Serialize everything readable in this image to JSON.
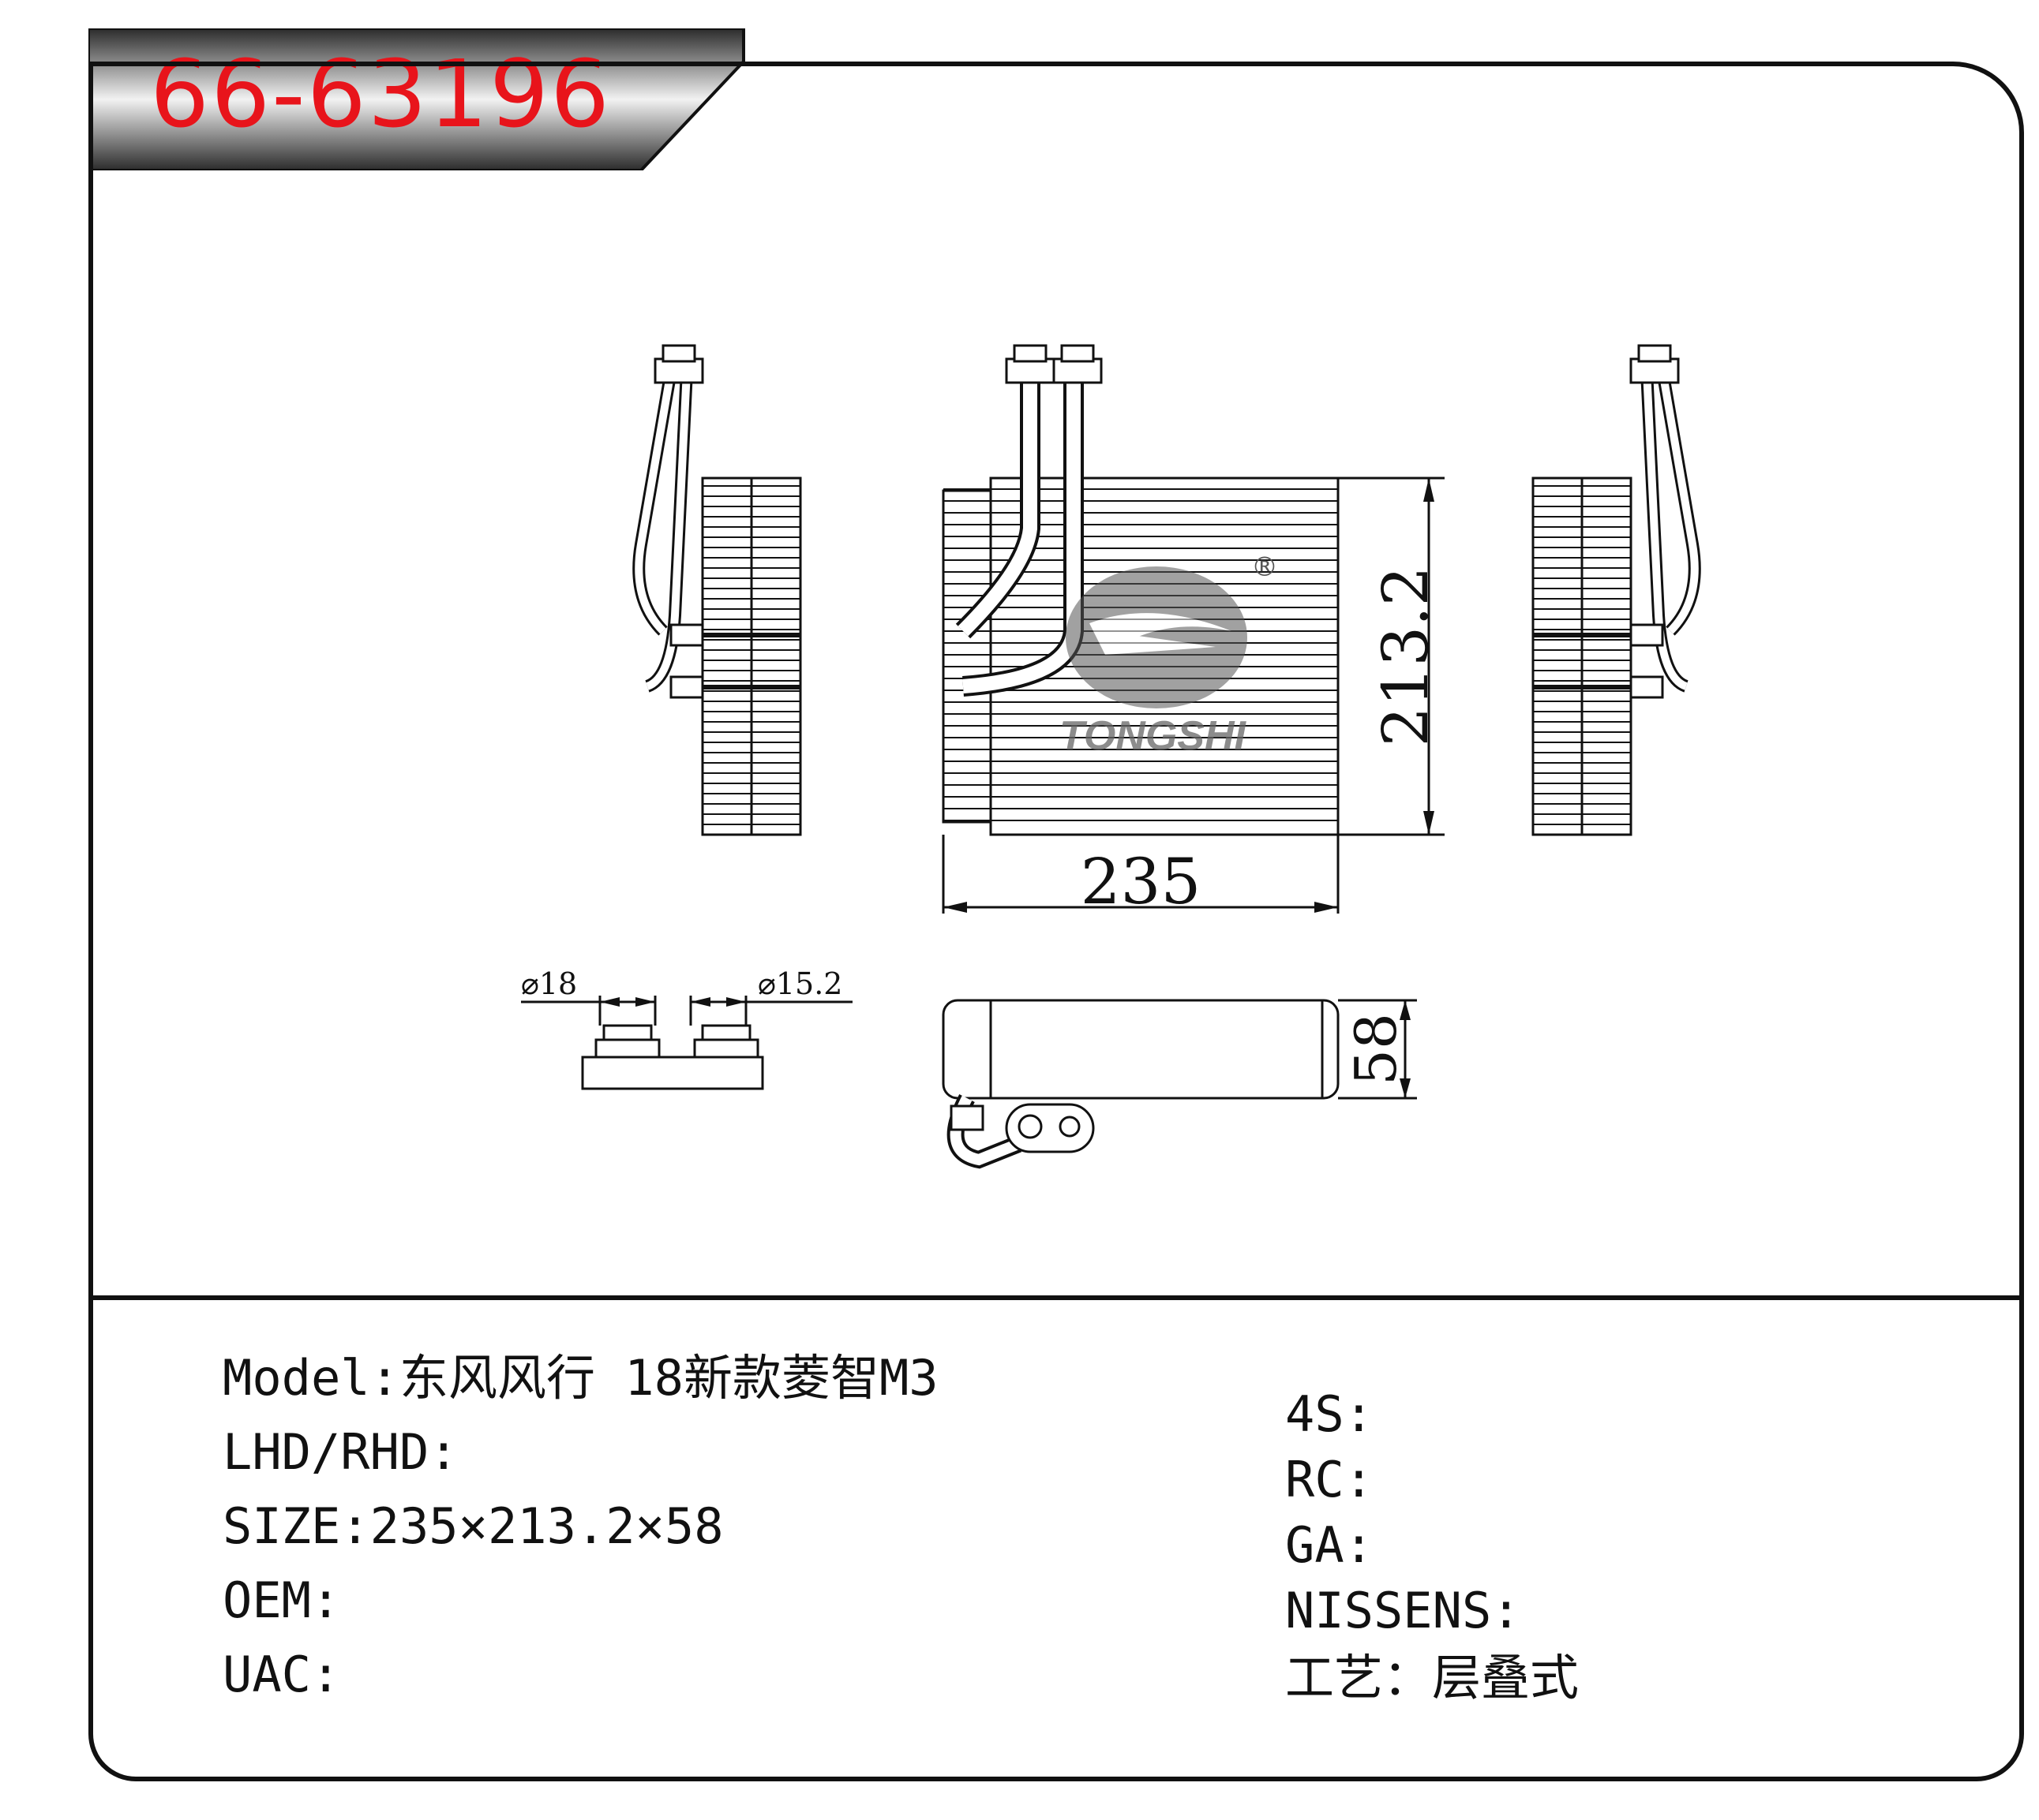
{
  "header": {
    "part_number": "66-63196"
  },
  "drawing": {
    "brand": "TONGSHI",
    "registered_mark": "®",
    "dim_width": "235",
    "dim_height": "213.2",
    "dim_depth": "58",
    "dim_port_left": "⌀18",
    "dim_port_right": "⌀15.2"
  },
  "specs_left": [
    {
      "label": "Model:",
      "value": "东风风行 18新款菱智M3"
    },
    {
      "label": "LHD/RHD:",
      "value": ""
    },
    {
      "label": "SIZE:",
      "value": "235×213.2×58"
    },
    {
      "label": "OEM:",
      "value": ""
    },
    {
      "label": "UAC:",
      "value": ""
    }
  ],
  "specs_right": [
    {
      "label": "4S:",
      "value": ""
    },
    {
      "label": "RC:",
      "value": ""
    },
    {
      "label": "GA:",
      "value": ""
    },
    {
      "label": "NISSENS:",
      "value": ""
    },
    {
      "label": "工艺：",
      "value": "层叠式"
    }
  ],
  "colors": {
    "accent_red": "#e8141b",
    "tab_dark": "#3a3a3a",
    "line": "#111111"
  }
}
